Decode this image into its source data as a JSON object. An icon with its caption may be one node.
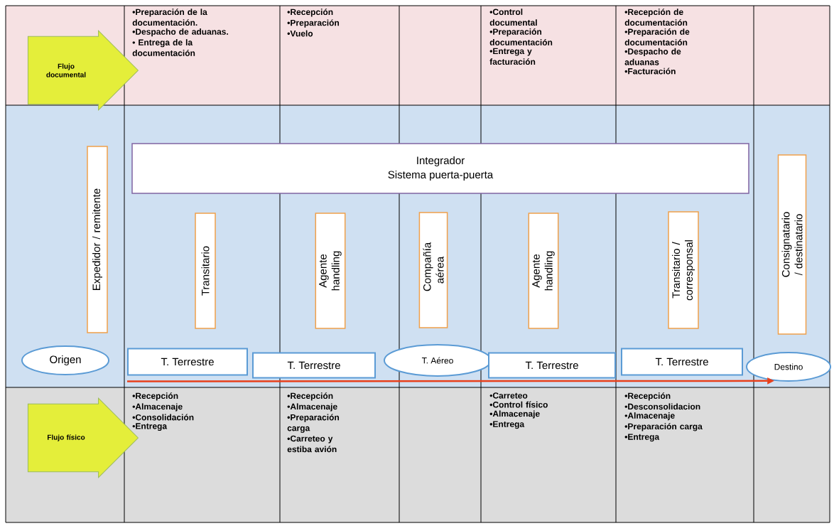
{
  "diagram": {
    "nodes": [
      {
        "text": [
          "Flujo documental"
        ]
      },
      {
        "text": [
          "Flujo físico"
        ]
      },
      {
        "text": [
          "Integrador",
          "Sistema puerta-puerta"
        ]
      },
      {
        "text": [
          "Expedidor / remitente"
        ]
      },
      {
        "text": [
          "Transitario"
        ]
      },
      {
        "text": [
          "Agente handling"
        ]
      },
      {
        "text": [
          "Compañía aérea"
        ]
      },
      {
        "text": [
          "Agente handling"
        ]
      },
      {
        "text": [
          "Transitario / corresponsal"
        ]
      },
      {
        "text": [
          "Consignatario / destinatario"
        ]
      },
      {
        "text": [
          "Origen"
        ]
      },
      {
        "text": [
          "T. Terrestre"
        ]
      },
      {
        "text": [
          "T. Terrestre"
        ]
      },
      {
        "text": [
          "T. Aéreo"
        ]
      },
      {
        "text": [
          "T. Terrestre"
        ]
      },
      {
        "text": [
          "T. Terrestre"
        ]
      },
      {
        "text": [
          "Destino"
        ]
      }
    ],
    "edges": [
      {
        "from": 11,
        "to": 16,
        "arrow": "to",
        "color": "#e8401c"
      }
    ],
    "labels": [
      "•Preparación de la documentación.",
      "•Despacho de aduanas.",
      "• Entrega de la documentación",
      "•Recepción",
      "•Preparación",
      "•Vuelo",
      "•Control documental",
      "•Preparación documentación",
      "•Entrega y facturación",
      "•Recepción de documentación",
      "•Preparación de documentación",
      "•Despacho de aduanas",
      "•Facturación",
      "•Recepción",
      "•Almacenaje",
      "•Consolidación",
      "•Entrega",
      "•Recepción",
      "•Almacenaje",
      "•Preparación carga",
      "•Carreteo y estiba avión",
      "•Carreteo",
      "•Control físico",
      "•Almacenaje",
      "•Entrega",
      "•Recepción",
      "•Desconsolidacion",
      "•Almacenaje",
      "•Preparación carga",
      "•Entrega"
    ]
  }
}
